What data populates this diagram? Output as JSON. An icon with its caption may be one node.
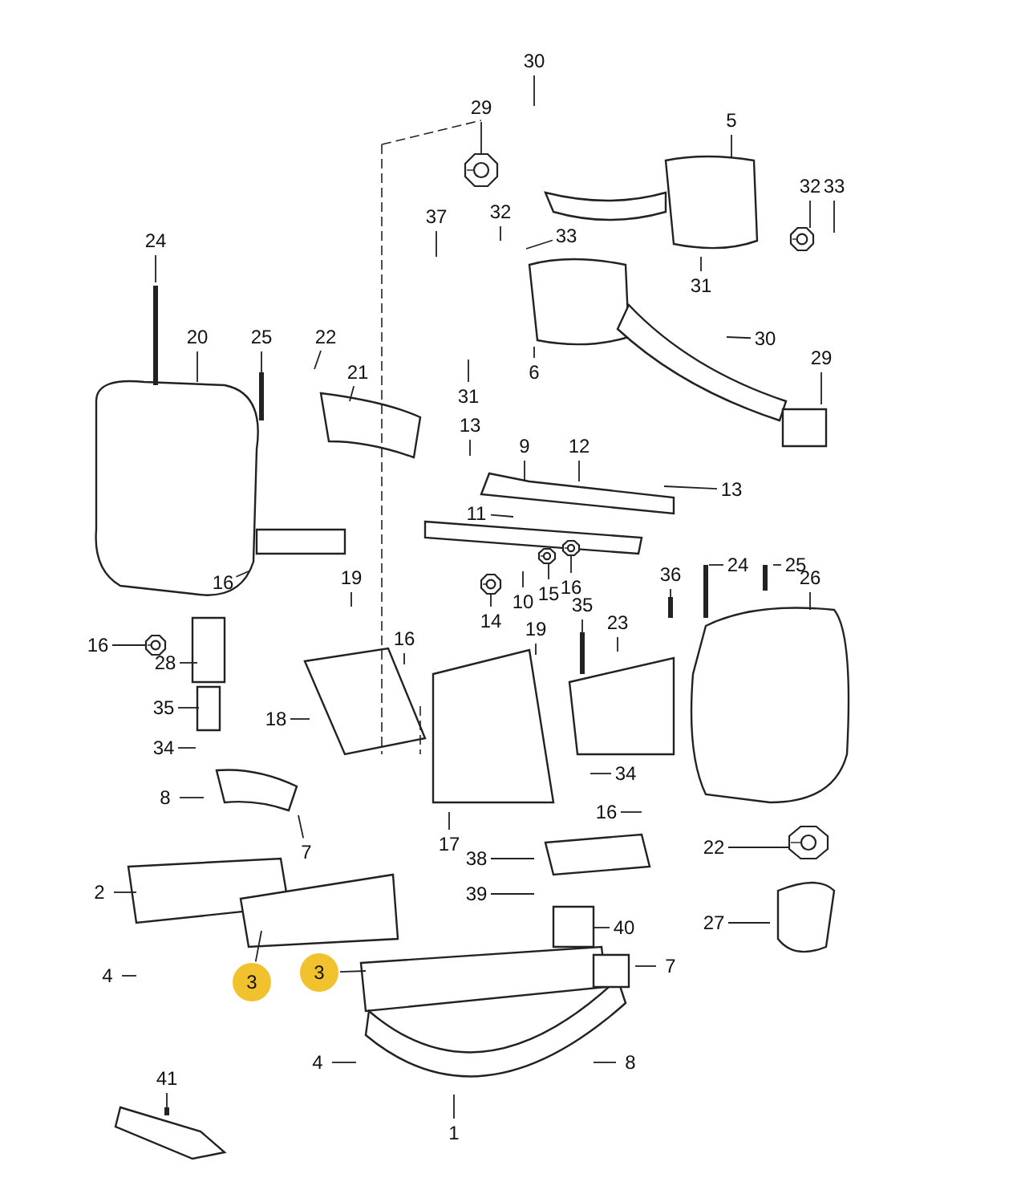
{
  "diagram": {
    "nodes": [
      {
        "text": [
          "30"
        ]
      },
      {
        "text": [
          "29"
        ]
      },
      {
        "text": [
          "5"
        ]
      },
      {
        "text": [
          "32"
        ]
      },
      {
        "text": [
          "33"
        ]
      },
      {
        "text": [
          "37"
        ]
      },
      {
        "text": [
          "32"
        ]
      },
      {
        "text": [
          "33"
        ]
      },
      {
        "text": [
          "24"
        ]
      },
      {
        "text": [
          "31"
        ]
      },
      {
        "text": [
          "30"
        ]
      },
      {
        "text": [
          "29"
        ]
      },
      {
        "text": [
          "20"
        ]
      },
      {
        "text": [
          "25"
        ]
      },
      {
        "text": [
          "22"
        ]
      },
      {
        "text": [
          "21"
        ]
      },
      {
        "text": [
          "6"
        ]
      },
      {
        "text": [
          "31"
        ]
      },
      {
        "text": [
          "13"
        ]
      },
      {
        "text": [
          "9"
        ]
      },
      {
        "text": [
          "12"
        ]
      },
      {
        "text": [
          "13"
        ]
      },
      {
        "text": [
          "11"
        ]
      },
      {
        "text": [
          "24"
        ]
      },
      {
        "text": [
          "25"
        ]
      },
      {
        "text": [
          "36"
        ]
      },
      {
        "text": [
          "26"
        ]
      },
      {
        "text": [
          "16"
        ]
      },
      {
        "text": [
          "19"
        ]
      },
      {
        "text": [
          "16"
        ]
      },
      {
        "text": [
          "14"
        ]
      },
      {
        "text": [
          "10"
        ]
      },
      {
        "text": [
          "15"
        ]
      },
      {
        "text": [
          "35"
        ]
      },
      {
        "text": [
          "23"
        ]
      },
      {
        "text": [
          "16"
        ]
      },
      {
        "text": [
          "28"
        ]
      },
      {
        "text": [
          "16"
        ]
      },
      {
        "text": [
          "35"
        ]
      },
      {
        "text": [
          "18"
        ]
      },
      {
        "text": [
          "19"
        ]
      },
      {
        "text": [
          "34"
        ]
      },
      {
        "text": [
          "34"
        ]
      },
      {
        "text": [
          "8"
        ]
      },
      {
        "text": [
          "7"
        ]
      },
      {
        "text": [
          "16"
        ]
      },
      {
        "text": [
          "17"
        ]
      },
      {
        "text": [
          "22"
        ]
      },
      {
        "text": [
          "38"
        ]
      },
      {
        "text": [
          "2"
        ]
      },
      {
        "text": [
          "39"
        ]
      },
      {
        "text": [
          "27"
        ]
      },
      {
        "text": [
          "40"
        ]
      },
      {
        "text": [
          "4"
        ]
      },
      {
        "text": [
          "3"
        ]
      },
      {
        "text": [
          "3"
        ]
      },
      {
        "text": [
          "7"
        ]
      },
      {
        "text": [
          "4"
        ]
      },
      {
        "text": [
          "8"
        ]
      },
      {
        "text": [
          "41"
        ]
      },
      {
        "text": [
          "1"
        ]
      },
      {
        "text": [],
        "shape": "picture"
      },
      {
        "text": [],
        "shape": "picture"
      },
      {
        "text": [],
        "shape": "picture"
      },
      {
        "text": [],
        "shape": "picture"
      },
      {
        "text": [],
        "shape": "picture"
      },
      {
        "text": [],
        "shape": "picture"
      },
      {
        "text": [],
        "shape": "picture"
      }
    ],
    "edges": [
      {
        "from": 0,
        "to": null,
        "arrow": "none"
      },
      {
        "from": 1,
        "to": 61,
        "arrow": "none"
      },
      {
        "from": 2,
        "to": null,
        "arrow": "none"
      },
      {
        "from": 3,
        "to": 62,
        "arrow": "none"
      },
      {
        "from": 4,
        "to": null,
        "arrow": "none"
      },
      {
        "from": 5,
        "to": null,
        "arrow": "none"
      },
      {
        "from": 6,
        "to": null,
        "arrow": "none"
      },
      {
        "from": 7,
        "to": null,
        "arrow": "none"
      },
      {
        "from": 8,
        "to": null,
        "arrow": "none"
      },
      {
        "from": 9,
        "to": null,
        "arrow": "none"
      },
      {
        "from": 10,
        "to": null,
        "arrow": "none"
      },
      {
        "from": 11,
        "to": null,
        "arrow": "none"
      },
      {
        "from": 12,
        "to": null,
        "arrow": "none"
      },
      {
        "from": 13,
        "to": null,
        "arrow": "none"
      },
      {
        "from": 14,
        "to": null,
        "arrow": "none"
      },
      {
        "from": 15,
        "to": null,
        "arrow": "none"
      },
      {
        "from": 16,
        "to": null,
        "arrow": "none"
      },
      {
        "from": 17,
        "to": null,
        "arrow": "none"
      },
      {
        "from": 18,
        "to": null,
        "arrow": "none"
      },
      {
        "from": 19,
        "to": null,
        "arrow": "none"
      },
      {
        "from": 20,
        "to": null,
        "arrow": "none"
      },
      {
        "from": 21,
        "to": null,
        "arrow": "none"
      },
      {
        "from": 22,
        "to": null,
        "arrow": "none"
      },
      {
        "from": 23,
        "to": null,
        "arrow": "none"
      },
      {
        "from": 24,
        "to": null,
        "arrow": "none"
      },
      {
        "from": 25,
        "to": null,
        "arrow": "none"
      },
      {
        "from": 26,
        "to": null,
        "arrow": "none"
      },
      {
        "from": 27,
        "to": null,
        "arrow": "none"
      },
      {
        "from": 28,
        "to": null,
        "arrow": "none"
      },
      {
        "from": 29,
        "to": 65,
        "arrow": "none"
      },
      {
        "from": 30,
        "to": 63,
        "arrow": "none"
      },
      {
        "from": 31,
        "to": null,
        "arrow": "none"
      },
      {
        "from": 32,
        "to": 64,
        "arrow": "none"
      },
      {
        "from": 33,
        "to": null,
        "arrow": "none"
      },
      {
        "from": 34,
        "to": null,
        "arrow": "none"
      },
      {
        "from": 35,
        "to": 66,
        "arrow": "none"
      },
      {
        "from": 36,
        "to": null,
        "arrow": "none"
      },
      {
        "from": 37,
        "to": null,
        "arrow": "none"
      },
      {
        "from": 38,
        "to": null,
        "arrow": "none"
      },
      {
        "from": 39,
        "to": null,
        "arrow": "none"
      },
      {
        "from": 40,
        "to": null,
        "arrow": "none"
      },
      {
        "from": 41,
        "to": null,
        "arrow": "none"
      },
      {
        "from": 42,
        "to": null,
        "arrow": "none"
      },
      {
        "from": 43,
        "to": null,
        "arrow": "none"
      },
      {
        "from": 44,
        "to": null,
        "arrow": "none"
      },
      {
        "from": 45,
        "to": null,
        "arrow": "none"
      },
      {
        "from": 46,
        "to": null,
        "arrow": "none"
      },
      {
        "from": 47,
        "to": 67,
        "arrow": "none"
      },
      {
        "from": 48,
        "to": null,
        "arrow": "none"
      },
      {
        "from": 49,
        "to": null,
        "arrow": "none"
      },
      {
        "from": 50,
        "to": null,
        "arrow": "none"
      },
      {
        "from": 51,
        "to": null,
        "arrow": "none"
      },
      {
        "from": 52,
        "to": null,
        "arrow": "none"
      },
      {
        "from": 53,
        "to": null,
        "arrow": "none"
      },
      {
        "from": 54,
        "to": null,
        "arrow": "none"
      },
      {
        "from": 55,
        "to": null,
        "arrow": "none"
      },
      {
        "from": 56,
        "to": null,
        "arrow": "none"
      },
      {
        "from": 57,
        "to": null,
        "arrow": "none"
      },
      {
        "from": 58,
        "to": null,
        "arrow": "none"
      },
      {
        "from": 59,
        "to": null,
        "arrow": "none"
      },
      {
        "from": 60,
        "to": null,
        "arrow": "none"
      }
    ]
  }
}
